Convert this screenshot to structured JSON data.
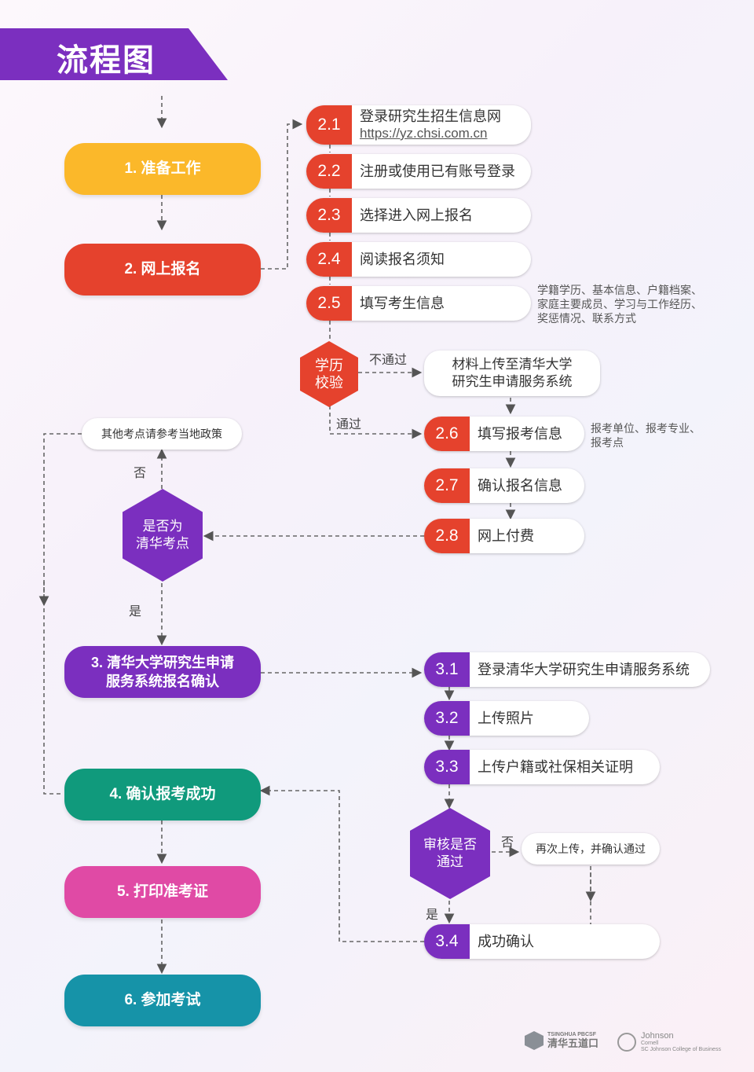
{
  "title": "流程图",
  "colors": {
    "yellow": "#fbb82a",
    "orange_red": "#e5422d",
    "purple": "#7b2fbf",
    "teal": "#109a7c",
    "pink": "#e04aa5",
    "cyan": "#1693a8"
  },
  "main_steps": [
    {
      "label": "1. 准备工作",
      "color": "#fbb82a"
    },
    {
      "label": "2. 网上报名",
      "color": "#e5422d"
    },
    {
      "label": "3. 清华大学研究生申请\n服务系统报名确认",
      "color": "#7b2fbf"
    },
    {
      "label": "4. 确认报考成功",
      "color": "#109a7c"
    },
    {
      "label": "5. 打印准考证",
      "color": "#e04aa5"
    },
    {
      "label": "6. 参加考试",
      "color": "#1693a8"
    }
  ],
  "substeps_2": [
    {
      "num": "2.1",
      "text": "登录研究生招生信息网",
      "url": "https://yz.chsi.com.cn"
    },
    {
      "num": "2.2",
      "text": "注册或使用已有账号登录"
    },
    {
      "num": "2.3",
      "text": "选择进入网上报名"
    },
    {
      "num": "2.4",
      "text": "阅读报名须知"
    },
    {
      "num": "2.5",
      "text": "填写考生信息"
    }
  ],
  "note_2_5": "学籍学历、基本信息、户籍档案、\n家庭主要成员、学习与工作经历、\n奖惩情况、联系方式",
  "check_edu": {
    "label": "学历\n校验",
    "fail_label": "不通过",
    "pass_label": "通过",
    "fail_box": "材料上传至清华大学\n研究生申请服务系统"
  },
  "substeps_2b": [
    {
      "num": "2.6",
      "text": "填写报考信息"
    },
    {
      "num": "2.7",
      "text": "确认报名信息"
    },
    {
      "num": "2.8",
      "text": "网上付费"
    }
  ],
  "note_2_6": "报考单位、报考专业、\n报考点",
  "decision_site": {
    "label": "是否为\n清华考点",
    "no_label": "否",
    "yes_label": "是",
    "no_box": "其他考点请参考当地政策"
  },
  "substeps_3": [
    {
      "num": "3.1",
      "text": "登录清华大学研究生申请服务系统"
    },
    {
      "num": "3.2",
      "text": "上传照片"
    },
    {
      "num": "3.3",
      "text": "上传户籍或社保相关证明"
    },
    {
      "num": "3.4",
      "text": "成功确认"
    }
  ],
  "decision_review": {
    "label": "审核是否\n通过",
    "no_label": "否",
    "yes_label": "是",
    "no_box": "再次上传，并确认通过"
  },
  "footer": {
    "logo1_small": "TSINGHUA PBCSF",
    "logo1_big": "清华五道口",
    "logo2_line1": "Johnson",
    "logo2_line2": "Cornell",
    "logo2_line3": "SC Johnson College of Business"
  }
}
